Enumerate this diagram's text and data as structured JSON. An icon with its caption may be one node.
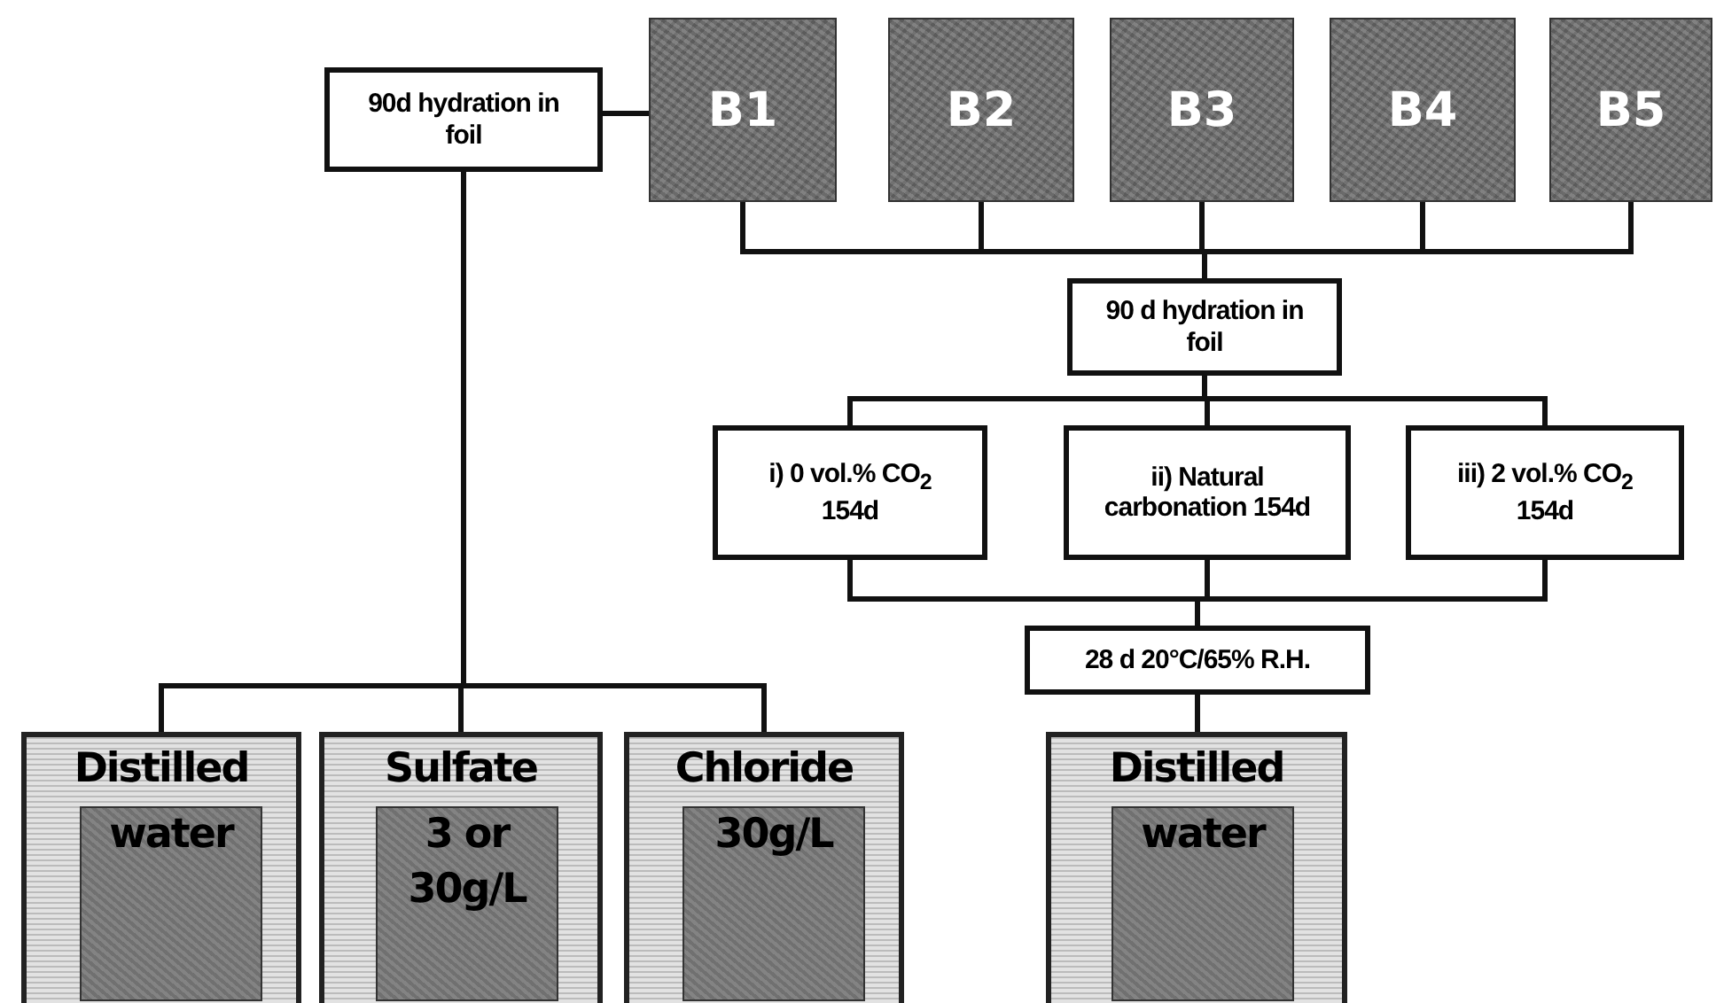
{
  "diagram": {
    "nodes": [
      {
        "text": [
          "90d hydration in foil"
        ]
      },
      {
        "text": [
          "B1"
        ]
      },
      {
        "text": [
          "B2"
        ]
      },
      {
        "text": [
          "B3"
        ]
      },
      {
        "text": [
          "B4"
        ]
      },
      {
        "text": [
          "B5"
        ]
      },
      {
        "text": [
          "90 d hydration in foil"
        ]
      },
      {
        "text": [
          "i) 0 vol.% CO$_{2}$ 154d"
        ]
      },
      {
        "text": [
          "ii) Natural carbonation 154d"
        ]
      },
      {
        "text": [
          "iii) 2 vol.% CO$_{2}$ 154d"
        ]
      },
      {
        "text": [
          "28 d 20°C/65% R.H."
        ]
      },
      {
        "text": [
          "Distilled"
        ]
      },
      {
        "text": [
          "water"
        ],
        "in": 11
      },
      {
        "text": [
          "Sulfate"
        ]
      },
      {
        "text": [
          "3 or 30g/L"
        ],
        "in": 13
      },
      {
        "text": [
          "Chloride"
        ]
      },
      {
        "text": [
          "30g/L"
        ],
        "in": 15
      },
      {
        "text": [
          "Distilled"
        ]
      },
      {
        "text": [
          "water"
        ],
        "in": 17
      }
    ],
    "edges": [
      {
        "from": 1,
        "to": 0,
        "arrow": "none"
      },
      {
        "from": 1,
        "to": 6,
        "arrow": "none"
      },
      {
        "from": 2,
        "to": 6,
        "arrow": "none"
      },
      {
        "from": 3,
        "to": 6,
        "arrow": "none"
      },
      {
        "from": 4,
        "to": 6,
        "arrow": "none"
      },
      {
        "from": 5,
        "to": 6,
        "arrow": "none"
      },
      {
        "from": 6,
        "to": 7,
        "arrow": "none"
      },
      {
        "from": 6,
        "to": 8,
        "arrow": "none"
      },
      {
        "from": 6,
        "to": 9,
        "arrow": "none"
      },
      {
        "from": 7,
        "to": 10,
        "arrow": "none"
      },
      {
        "from": 8,
        "to": 10,
        "arrow": "none"
      },
      {
        "from": 9,
        "to": 10,
        "arrow": "none"
      },
      {
        "from": 10,
        "to": 17,
        "arrow": "none"
      },
      {
        "from": 0,
        "to": 11,
        "arrow": "none"
      },
      {
        "from": 0,
        "to": 13,
        "arrow": "none"
      },
      {
        "from": 0,
        "to": 15,
        "arrow": "none"
      }
    ]
  }
}
